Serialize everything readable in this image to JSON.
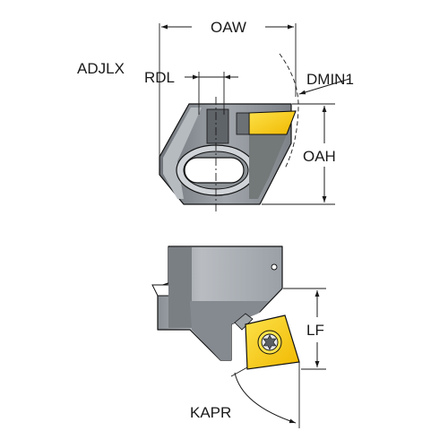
{
  "labels": {
    "oaw": "OAW",
    "adjlx": "ADJLX",
    "rdl": "RDL",
    "dmin1": "DMIN1",
    "oah": "OAH",
    "lf": "LF",
    "kapr": "KAPR"
  },
  "colors": {
    "body_dark": "#7d8288",
    "body_mid": "#9aa0a6",
    "body_light": "#c4c8cc",
    "insert_yellow": "#f5c400",
    "insert_yellow_light": "#fde24a",
    "line": "#1a1a1a"
  },
  "icons": {
    "insert_screw": "torx-screw-icon"
  }
}
